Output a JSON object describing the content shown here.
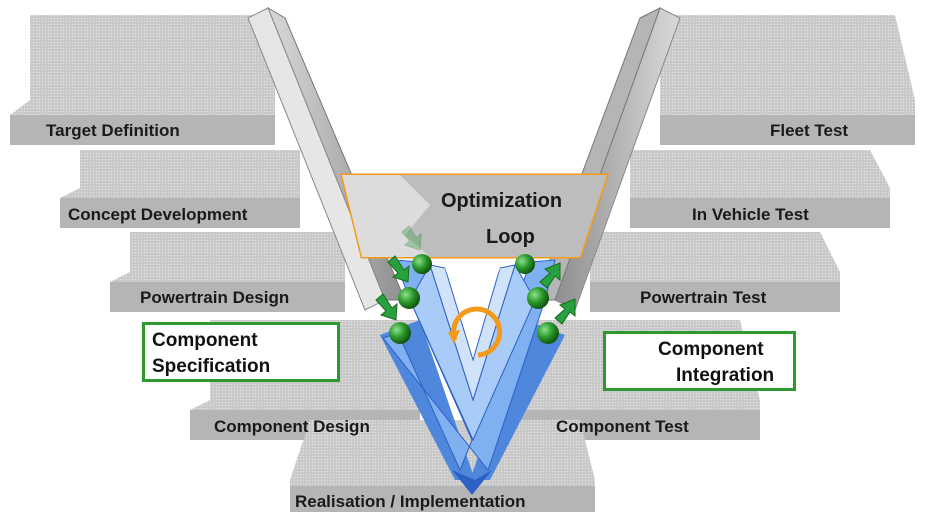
{
  "stages_left": [
    {
      "label": "Target Definition"
    },
    {
      "label": "Concept Development"
    },
    {
      "label": "Powertrain Design"
    },
    {
      "label": "Component Design"
    }
  ],
  "stages_right": [
    {
      "label": "Fleet Test"
    },
    {
      "label": "In Vehicle Test"
    },
    {
      "label": "Powertrain Test"
    },
    {
      "label": "Component Test"
    }
  ],
  "bottom_stage": {
    "label": "Realisation / Implementation"
  },
  "optimization": {
    "line1": "Optimization",
    "line2": "Loop"
  },
  "callouts": {
    "specification": {
      "line1": "Component",
      "line2": "Specification"
    },
    "integration": {
      "line1": "Component",
      "line2": "Integration"
    }
  },
  "colors": {
    "slab": "#c6c6c6",
    "slab_dark": "#9a9a9a",
    "v_blue": "#6a9ee8",
    "v_blue_dark": "#2d5fc4",
    "arrow_green": "#27a040",
    "ball_green": "#1f8a2a",
    "loop_orange": "#f39a1a",
    "box_border": "#2e9a2e"
  }
}
